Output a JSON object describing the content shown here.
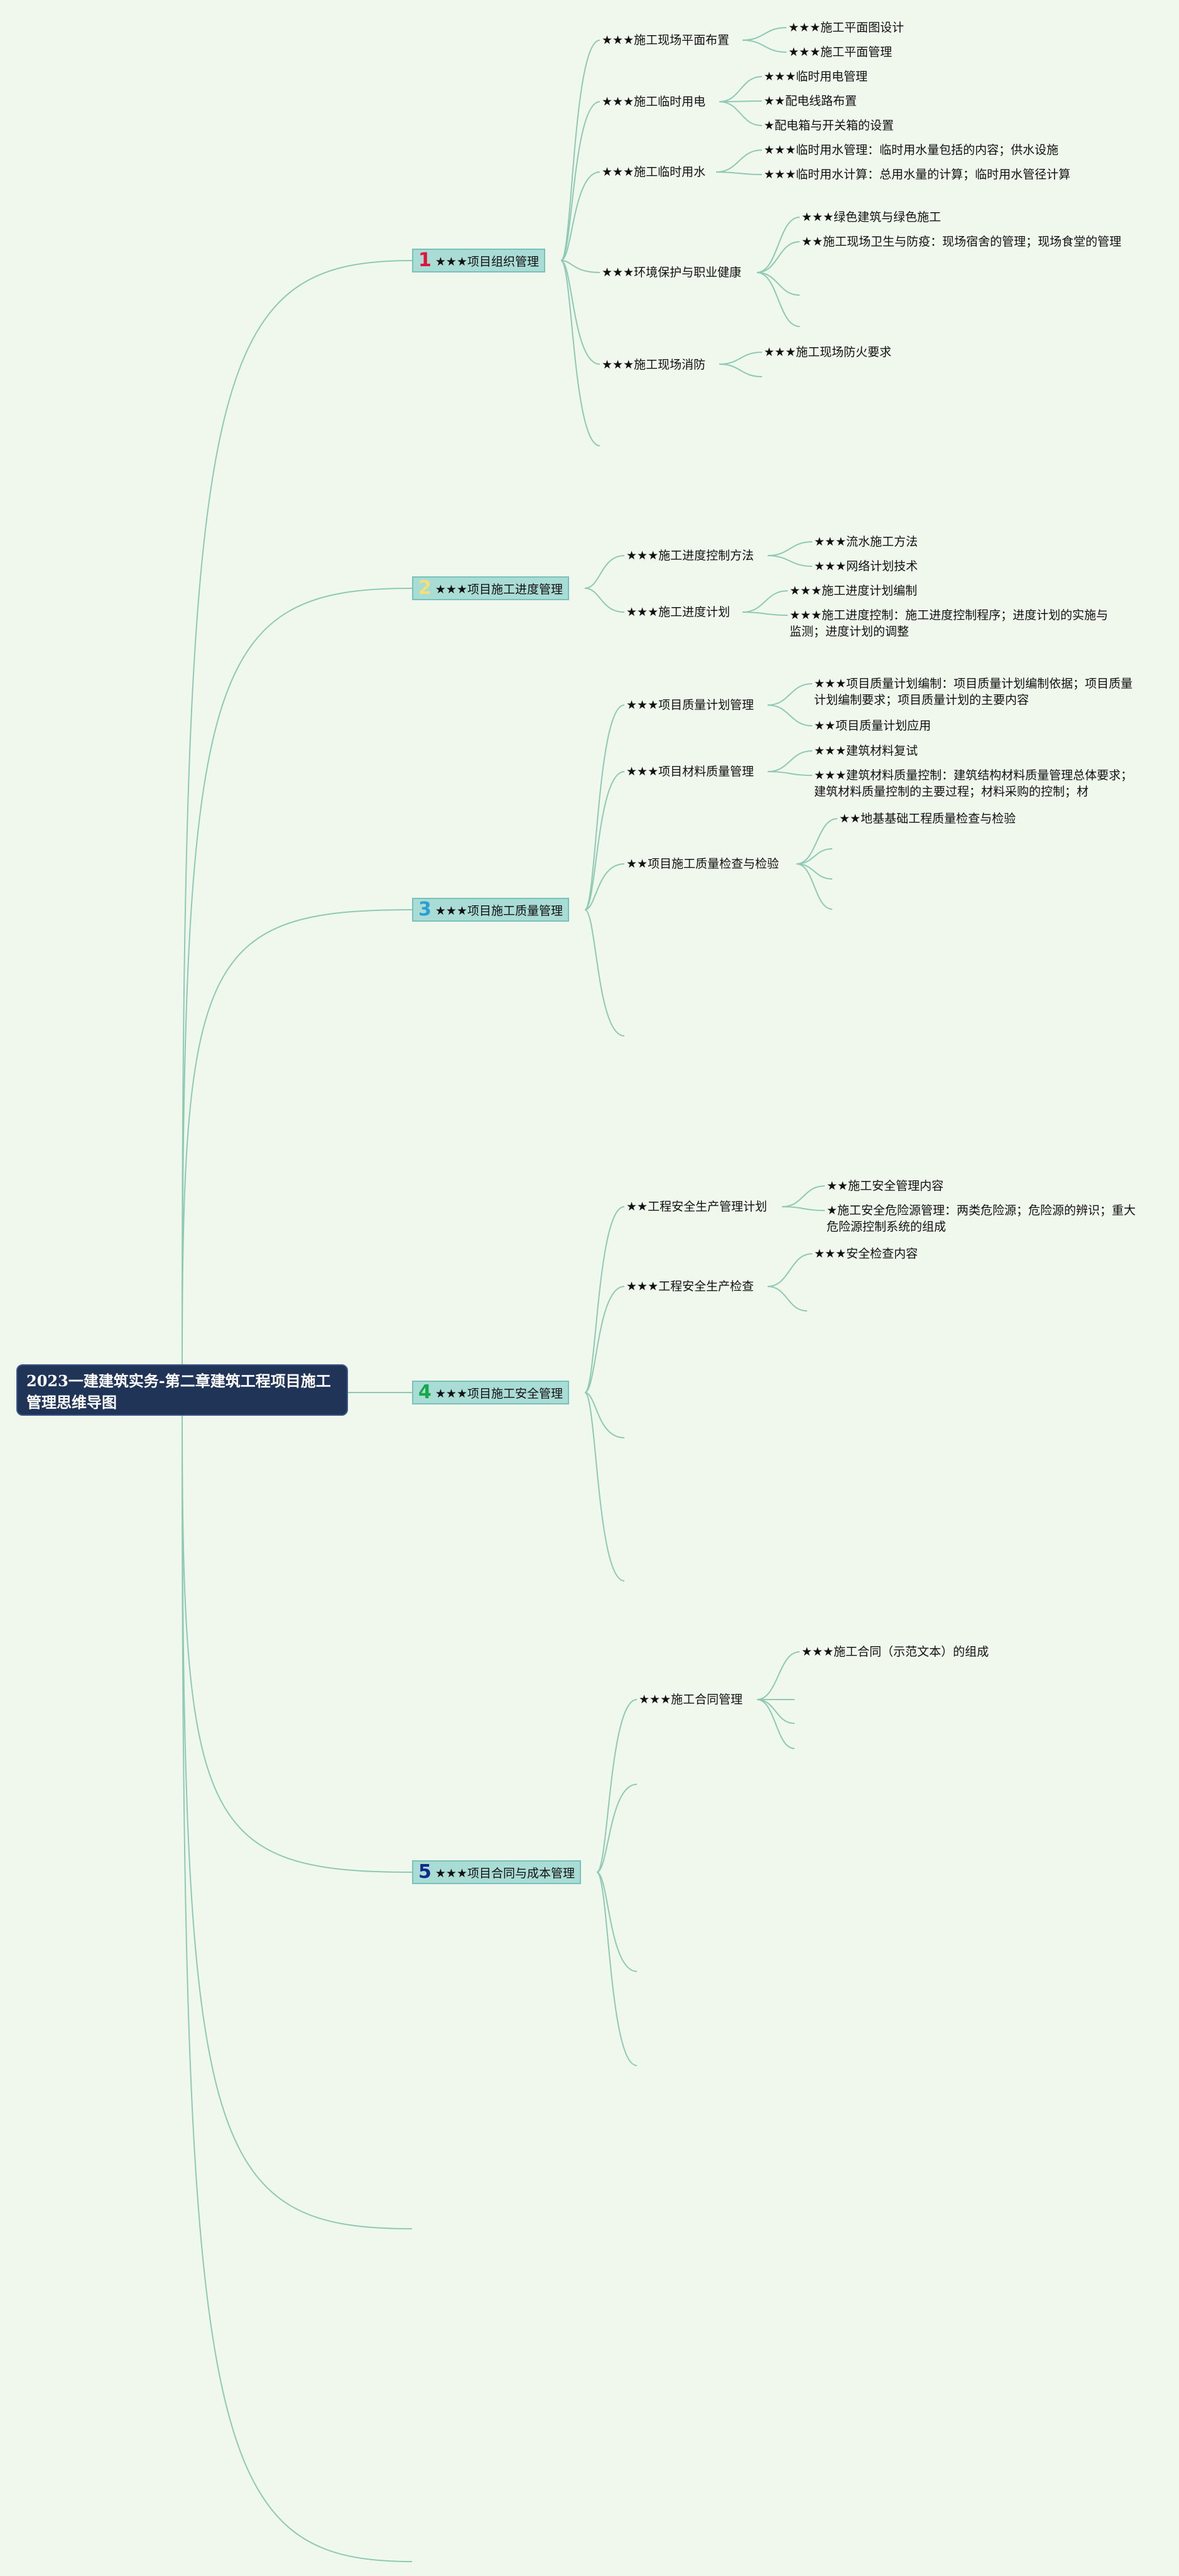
{
  "title": "2023一建建筑实务-第二章建筑工程项目施工管理思维导图",
  "colors": {
    "background": "#f0f8ee",
    "root_fill": "#1f3457",
    "branch_fill": "#a9dcd5",
    "edge": "#8ec9b4"
  },
  "branches": [
    {
      "num": "1",
      "num_color": "#e0143c",
      "label": "★★★项目组织管理",
      "children": [
        {
          "label": "★★★施工现场平面布置",
          "items": [
            "★★★施工平面图设计",
            "★★★施工平面管理"
          ]
        },
        {
          "label": "★★★施工临时用电",
          "items": [
            "★★★临时用电管理",
            "★★配电线路布置",
            "★配电箱与开关箱的设置"
          ]
        },
        {
          "label": "★★★施工临时用水",
          "items": [
            "★★★临时用水管理：临时用水量包括的内容；供水设施",
            "★★★临时用水计算：总用水量的计算；临时用水管径计算"
          ]
        },
        {
          "label": "★★★环境保护与职业健康",
          "items": [
            "★★★绿色建筑与绿色施工",
            "★★施工现场卫生与防疫：现场宿舍的管理；现场食堂的管理"
          ]
        },
        {
          "label": "★★★施工现场消防",
          "items": [
            "★★★施工现场防火要求"
          ]
        }
      ]
    },
    {
      "num": "2",
      "num_color": "#f3e07a",
      "label": "★★★项目施工进度管理",
      "children": [
        {
          "label": "★★★施工进度控制方法",
          "items": [
            "★★★流水施工方法",
            "★★★网络计划技术"
          ]
        },
        {
          "label": "★★★施工进度计划",
          "items": [
            "★★★施工进度计划编制",
            "★★★施工进度控制：施工进度控制程序；进度计划的实施与监测；进度计划的调整"
          ]
        }
      ]
    },
    {
      "num": "3",
      "num_color": "#2a9fd6",
      "label": "★★★项目施工质量管理",
      "children": [
        {
          "label": "★★★项目质量计划管理",
          "items": [
            "★★★项目质量计划编制：项目质量计划编制依据；项目质量计划编制要求；项目质量计划的主要内容",
            "★★项目质量计划应用"
          ]
        },
        {
          "label": "★★★项目材料质量管理",
          "items": [
            "★★★建筑材料复试",
            "★★★建筑材料质量控制：建筑结构材料质量管理总体要求；建筑材料质量控制的主要过程；材料采购的控制；材"
          ]
        },
        {
          "label": "★★项目施工质量检查与检验",
          "items": [
            "★★地基基础工程质量检查与检验"
          ]
        }
      ]
    },
    {
      "num": "4",
      "num_color": "#18a84a",
      "label": "★★★项目施工安全管理",
      "children": [
        {
          "label": "★★工程安全生产管理计划",
          "items": [
            "★★施工安全管理内容",
            "★施工安全危险源管理：两类危险源；危险源的辨识；重大危险源控制系统的组成"
          ]
        },
        {
          "label": "★★★工程安全生产检查",
          "items": [
            "★★★安全检查内容"
          ]
        }
      ]
    },
    {
      "num": "5",
      "num_color": "#102a8c",
      "label": "★★★项目合同与成本管理",
      "children": [
        {
          "label": "★★★施工合同管理",
          "items": [
            "★★★施工合同（示范文本）的组成"
          ]
        }
      ]
    }
  ]
}
